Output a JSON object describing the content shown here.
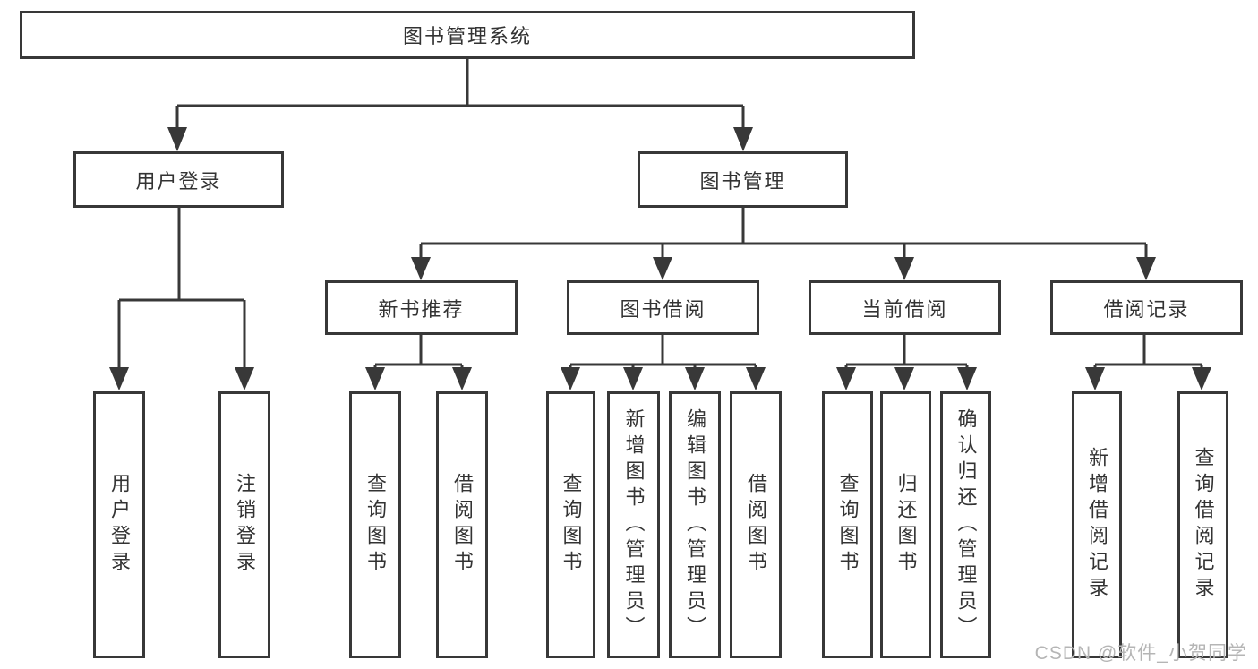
{
  "diagram": {
    "title": "图书管理系统",
    "root": "图书管理系统",
    "branches": [
      {
        "label": "用户登录",
        "children": [
          "用户登录",
          "注销登录"
        ]
      },
      {
        "label": "图书管理",
        "sections": [
          {
            "label": "新书推荐",
            "children": [
              "查询图书",
              "借阅图书"
            ]
          },
          {
            "label": "图书借阅",
            "children": [
              "查询图书",
              "新增图书（管理员）",
              "编辑图书（管理员）",
              "借阅图书"
            ]
          },
          {
            "label": "当前借阅",
            "children": [
              "查询图书",
              "归还图书",
              "确认归还（管理员）"
            ]
          },
          {
            "label": "借阅记录",
            "children": [
              "新增借阅记录",
              "查询借阅记录"
            ]
          }
        ]
      }
    ]
  },
  "watermark": "CSDN @软件_小贺同学",
  "colors": {
    "line": "#383838",
    "box_border": "#383838",
    "box_background": "#ffffff",
    "text": "#333333",
    "watermark": "#b5b5b5"
  }
}
